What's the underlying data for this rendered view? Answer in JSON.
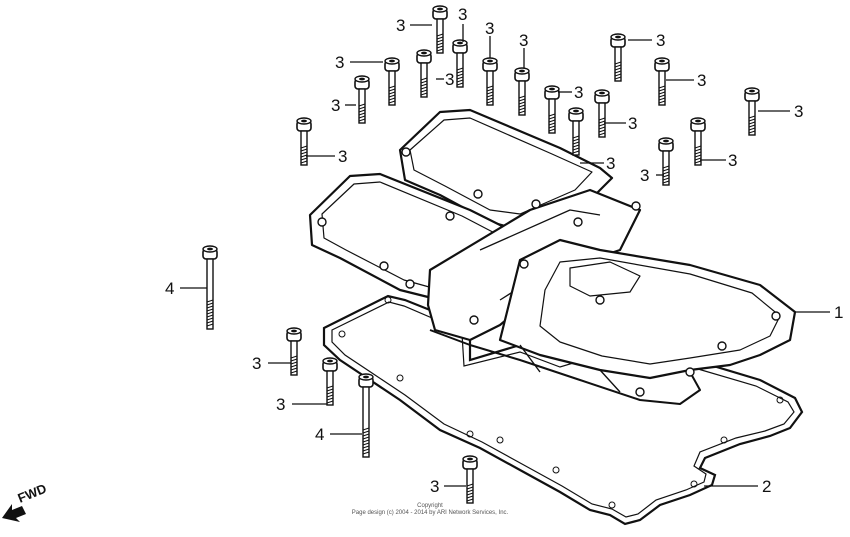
{
  "diagram": {
    "callouts": {
      "cover": "1",
      "gasket": "2",
      "bolt_short": "3",
      "bolt_long": "4"
    },
    "direction_label": "FWD",
    "copyright_line1": "Copyright",
    "copyright_line2": "Page design (c) 2004 - 2014 by ARI Network Services, Inc."
  },
  "colors": {
    "ink": "#111111",
    "background": "#ffffff"
  }
}
